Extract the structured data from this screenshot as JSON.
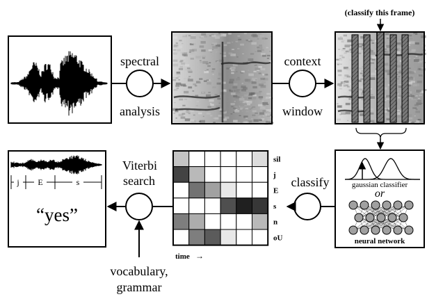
{
  "top_note": "(classify this frame)",
  "stage_labels": {
    "spectral_line1": "spectral",
    "spectral_line2": "analysis",
    "context_line1": "context",
    "context_line2": "window",
    "viterbi_line1": "Viterbi",
    "viterbi_line2": "search",
    "classify": "classify",
    "vocab_line1": "vocabulary,",
    "vocab_line2": "grammar"
  },
  "result": {
    "word": "“yes”",
    "segments": [
      "j",
      "E",
      "s"
    ]
  },
  "classifier": {
    "gaussian_label": "gaussian classifier",
    "or_label": "or",
    "nn_label": "neural network"
  },
  "grid": {
    "row_labels": [
      "sil",
      "j",
      "E",
      "s",
      "n",
      "oU"
    ],
    "time_label": "time",
    "time_arrow": "→",
    "cells": [
      [
        0.25,
        0.0,
        0.0,
        0.0,
        0.0,
        0.15
      ],
      [
        0.8,
        0.3,
        0.0,
        0.0,
        0.0,
        0.0
      ],
      [
        0.0,
        0.6,
        0.4,
        0.1,
        0.0,
        0.0
      ],
      [
        0.0,
        0.0,
        0.0,
        0.75,
        0.95,
        0.85
      ],
      [
        0.55,
        0.35,
        0.0,
        0.0,
        0.0,
        0.3
      ],
      [
        0.0,
        0.55,
        0.7,
        0.1,
        0.0,
        0.0
      ]
    ]
  }
}
